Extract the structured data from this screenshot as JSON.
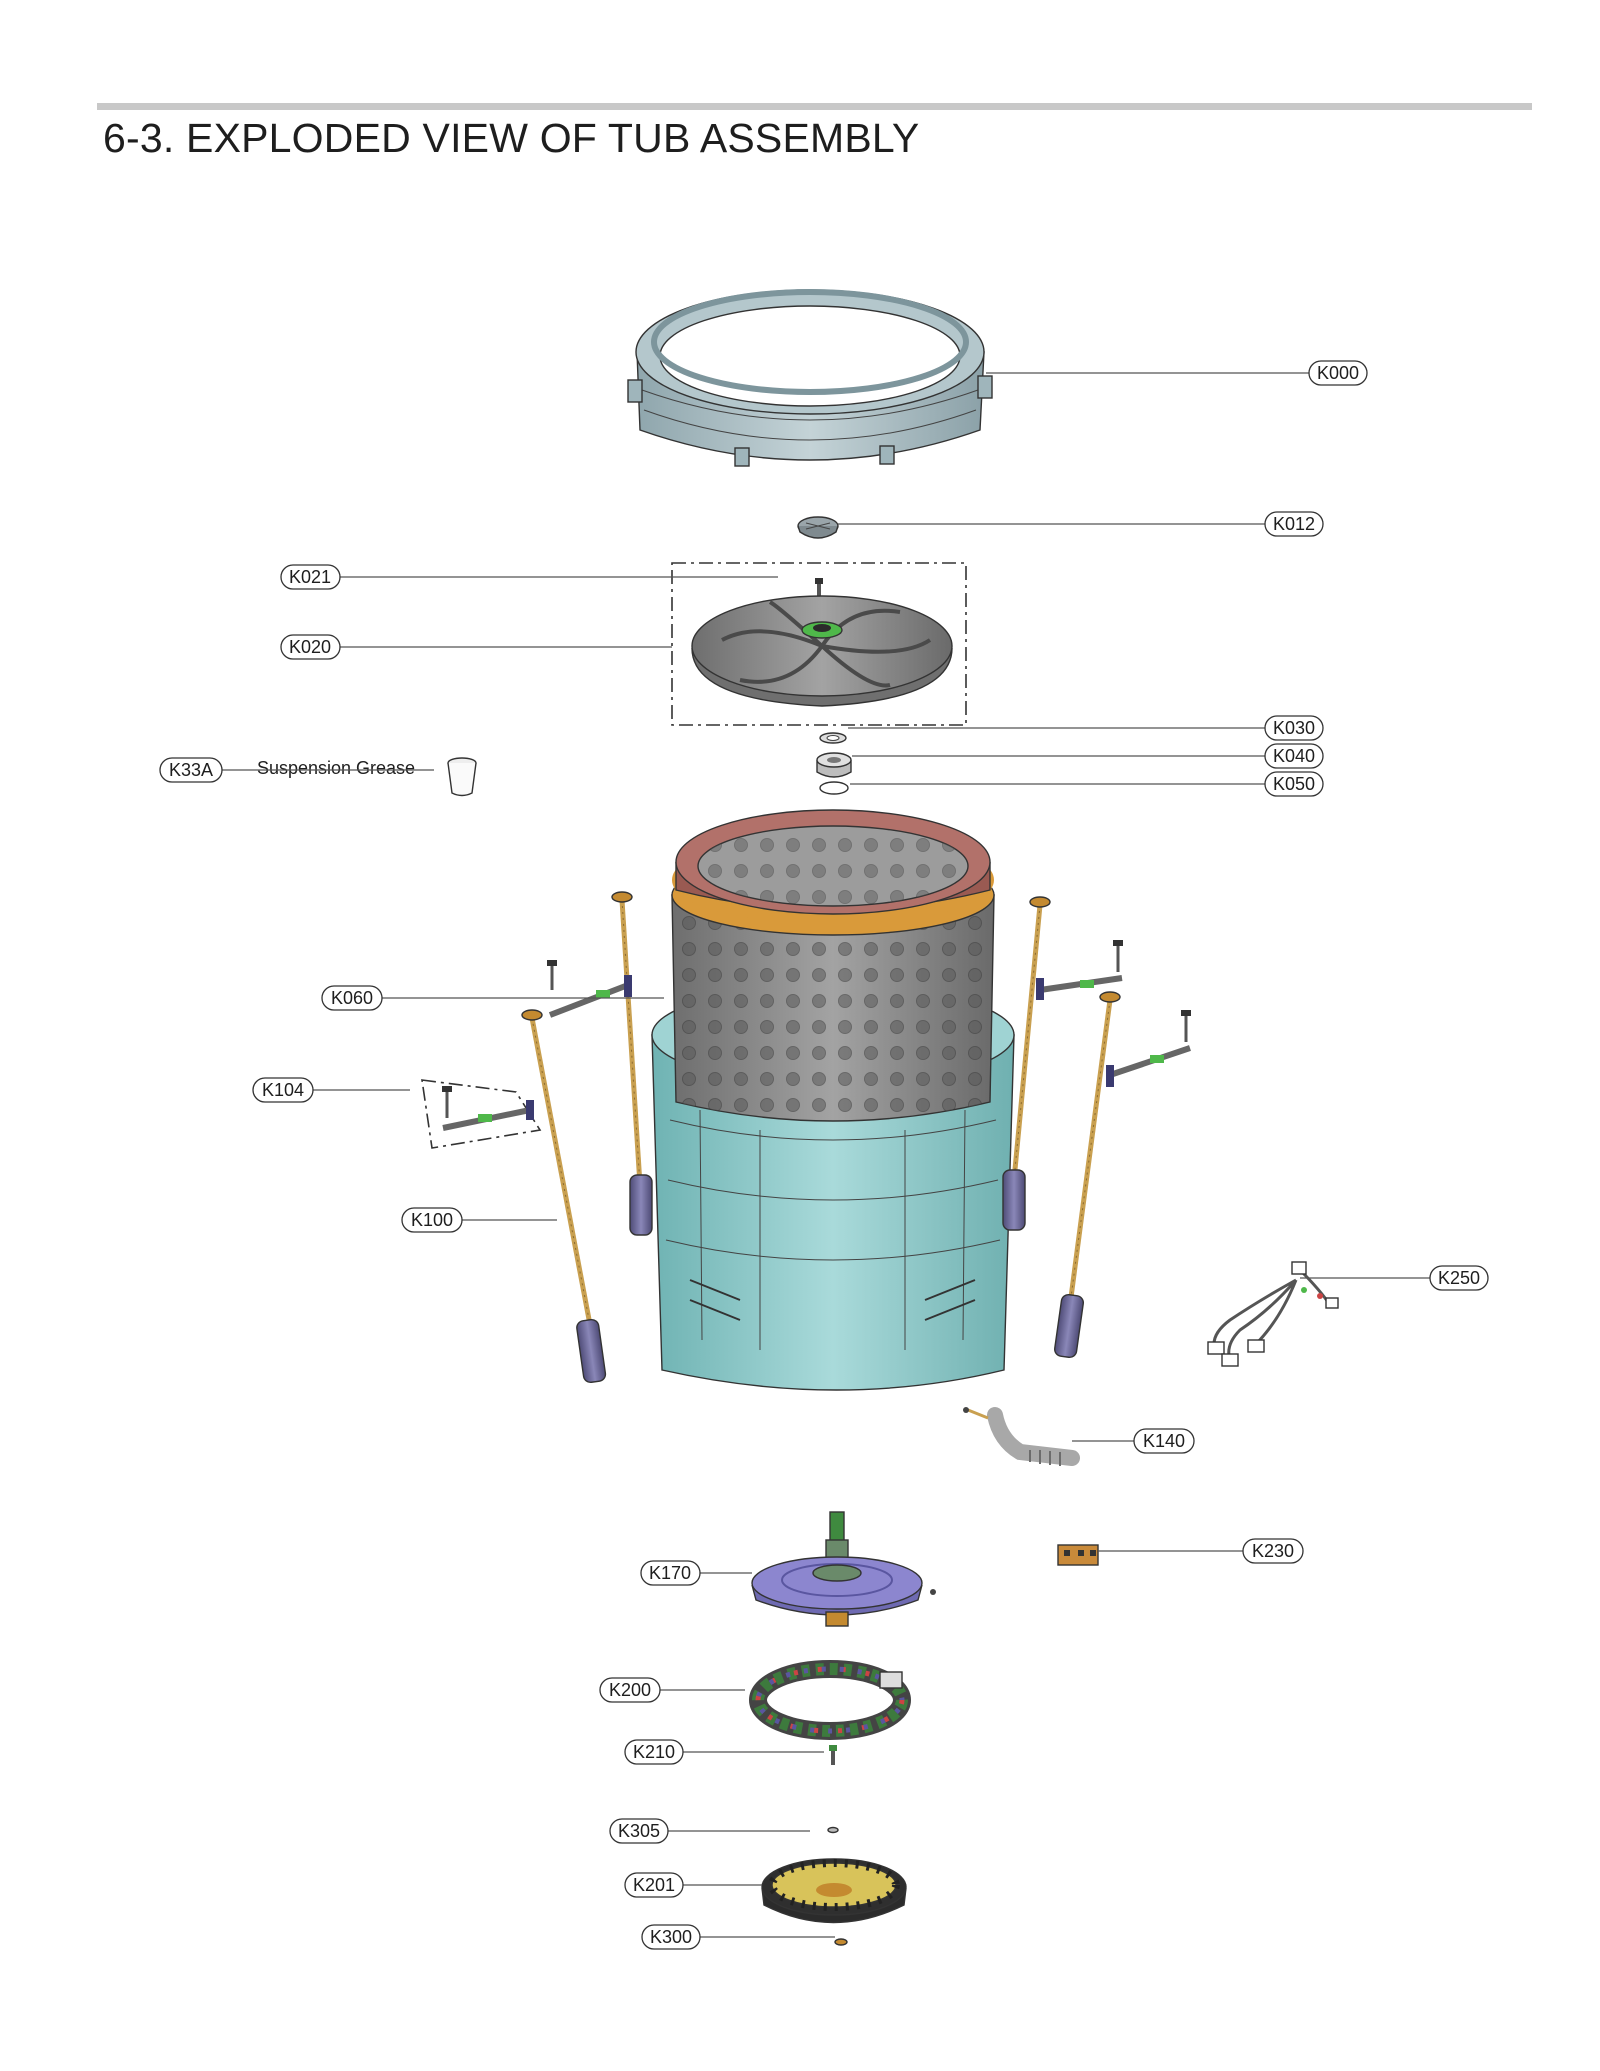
{
  "title": "6-3. EXPLODED VIEW OF TUB ASSEMBLY",
  "grease_text": "Suspension Grease",
  "labels": {
    "K000": "K000",
    "K012": "K012",
    "K021": "K021",
    "K020": "K020",
    "K030": "K030",
    "K040": "K040",
    "K050": "K050",
    "K33A": "K33A",
    "K060": "K060",
    "K104": "K104",
    "K100": "K100",
    "K250": "K250",
    "K140": "K140",
    "K170": "K170",
    "K230": "K230",
    "K200": "K200",
    "K210": "K210",
    "K305": "K305",
    "K201": "K201",
    "K300": "K300"
  },
  "colors": {
    "tub_cyan": "#8fc7c7",
    "drum_gray": "#8a8a8a",
    "rim_brown": "#9a5a52",
    "rim_orange": "#d99a3a",
    "rod_gold": "#c9a050",
    "damper_purple": "#6d6b96",
    "clutch_purple": "#8c86cf",
    "pulsator_gray": "#8f8f8f",
    "accent_green": "#4fb84a"
  }
}
